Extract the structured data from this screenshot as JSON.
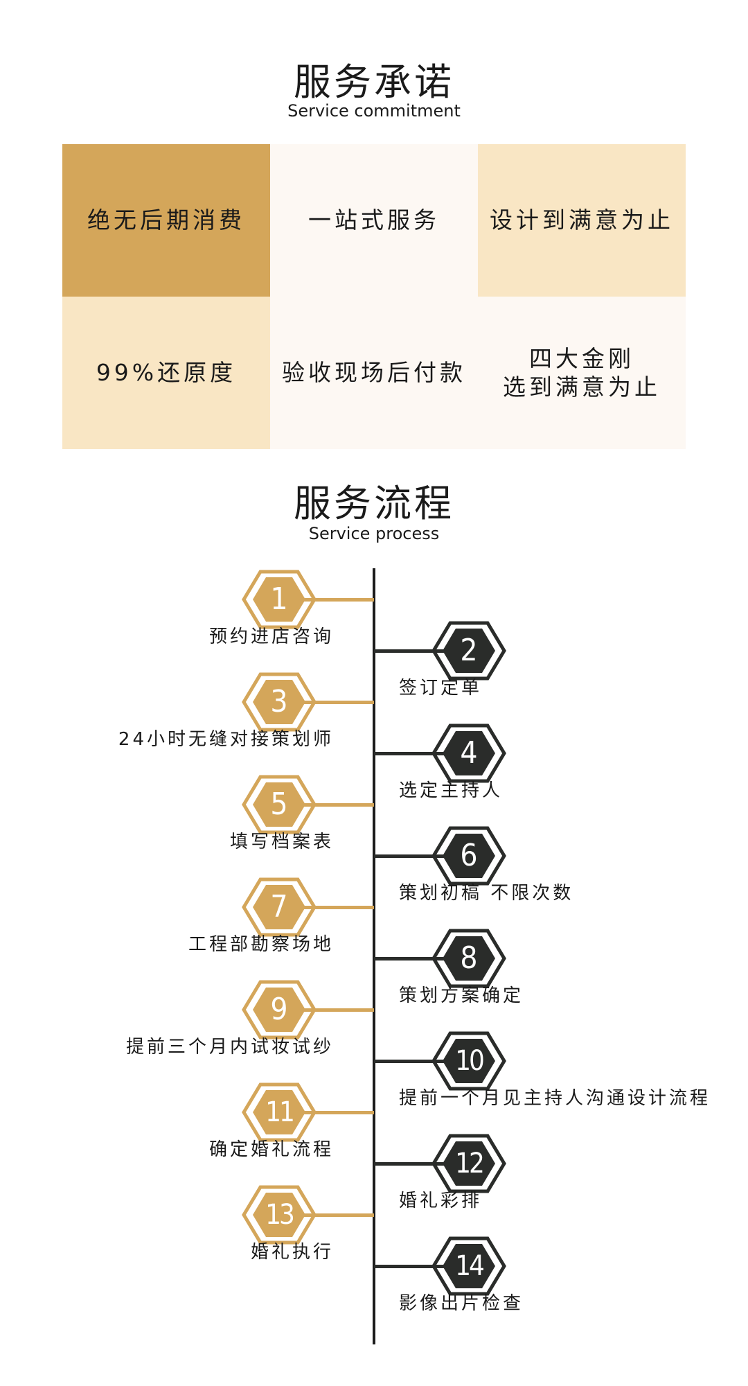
{
  "colors": {
    "gold": "#D4A65A",
    "gold_light": "#F9E6C4",
    "cream": "#FDF8F3",
    "dark": "#2A2C2A",
    "ink": "#1A1A1A"
  },
  "commitment": {
    "title": "服务承诺",
    "subtitle": "Service commitment",
    "cells": [
      {
        "text": "绝无后期消费",
        "bg": "gold"
      },
      {
        "text": "一站式服务",
        "bg": "cream"
      },
      {
        "text": "设计到满意为止",
        "bg": "gold_light"
      },
      {
        "text": "99%还原度",
        "bg": "gold_light"
      },
      {
        "text": "验收现场后付款",
        "bg": "cream"
      },
      {
        "text": "四大金刚\n选到满意为止",
        "bg": "cream"
      }
    ]
  },
  "process": {
    "title": "服务流程",
    "subtitle": "Service process",
    "steps": [
      {
        "num": "1",
        "label": "预约进店咨询"
      },
      {
        "num": "2",
        "label": "签订定单"
      },
      {
        "num": "3",
        "label": "24小时无缝对接策划师"
      },
      {
        "num": "4",
        "label": "选定主持人"
      },
      {
        "num": "5",
        "label": "填写档案表"
      },
      {
        "num": "6",
        "label": "策划初稿  不限次数"
      },
      {
        "num": "7",
        "label": "工程部勘察场地"
      },
      {
        "num": "8",
        "label": "策划方案确定"
      },
      {
        "num": "9",
        "label": "提前三个月内试妆试纱"
      },
      {
        "num": "10",
        "label": "提前一个月见主持人沟通设计流程"
      },
      {
        "num": "11",
        "label": "确定婚礼流程"
      },
      {
        "num": "12",
        "label": "婚礼彩排"
      },
      {
        "num": "13",
        "label": "婚礼执行"
      },
      {
        "num": "14",
        "label": "影像出片检查"
      }
    ]
  }
}
